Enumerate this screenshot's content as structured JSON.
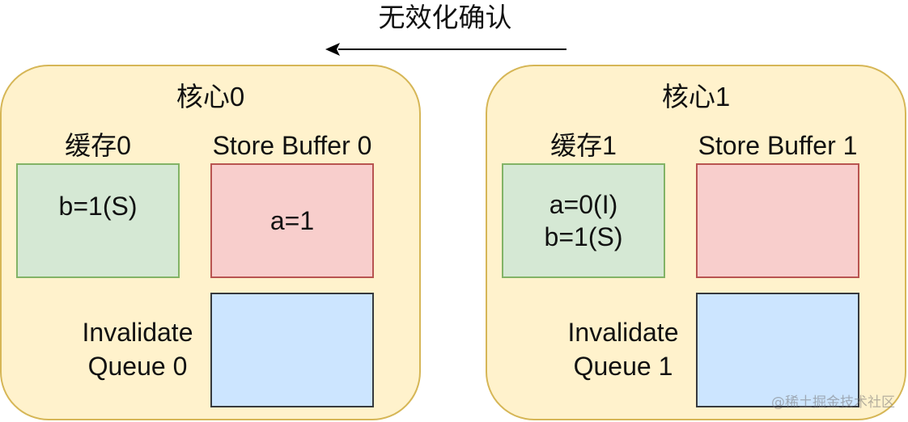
{
  "arrow": {
    "label": "无效化确认",
    "direction": "left"
  },
  "cores": [
    {
      "title": "核心0",
      "cache": {
        "label": "缓存0",
        "lines": [
          "b=1(S)"
        ]
      },
      "store_buffer": {
        "label": "Store Buffer 0",
        "lines": [
          "a=1"
        ]
      },
      "invalidate_queue": {
        "label_lines": [
          "Invalidate",
          "Queue 0"
        ],
        "lines": []
      }
    },
    {
      "title": "核心1",
      "cache": {
        "label": "缓存1",
        "lines": [
          "a=0(I)",
          "b=1(S)"
        ]
      },
      "store_buffer": {
        "label": "Store Buffer 1",
        "lines": []
      },
      "invalidate_queue": {
        "label_lines": [
          "Invalidate",
          "Queue 1"
        ],
        "lines": []
      }
    }
  ],
  "watermark": "@稀土掘金技术社区",
  "colors": {
    "core_fill": "#fff2cc",
    "core_stroke": "#d6b656",
    "cache_fill": "#d5e8d4",
    "cache_stroke": "#82b366",
    "store_buffer_fill": "#f8cecc",
    "store_buffer_stroke": "#b85450",
    "invalidate_queue_fill": "#cce5ff",
    "invalidate_queue_stroke": "#36393d"
  }
}
